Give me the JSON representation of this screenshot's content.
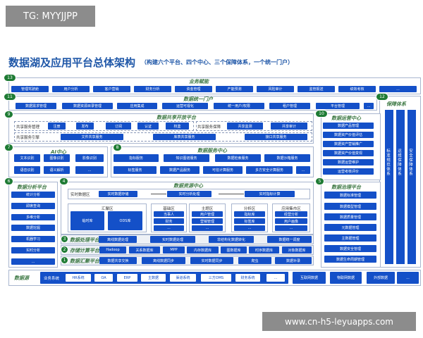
{
  "watermark_top": "TG: MYYJJPP",
  "watermark_bottom": "www.cn-h5-leyuapps.com",
  "title": "数据湖及应用平台总体架构",
  "subtitle": "（构建六个平台、四个中心、三个保障体系，一个统一门户）",
  "colors": {
    "primary": "#1450c8",
    "badge": "#1e7b34",
    "title": "#1f57a8",
    "section_title": "#3f7a46"
  },
  "sections": {
    "biz": {
      "num": "13",
      "title": "业务赋能",
      "items": [
        "管理驾驶舱",
        "用户分析",
        "客户营销",
        "财务分析",
        "资金管理",
        "产能预测",
        "风险审计",
        "监管报送",
        "绩效考核",
        "..."
      ]
    },
    "portal": {
      "num": "11",
      "title": "数据统一门户",
      "items": [
        "数据需求管理",
        "数据资源目录管理",
        "应用集成",
        "运营可视化",
        "统一用户/权限",
        "租户管理",
        "平台管理",
        "..."
      ]
    },
    "assurance": {
      "num": "12",
      "title": "保障体系",
      "items": [
        "标准规范体系",
        "运维保障体系",
        "安全保障体系"
      ]
    },
    "share": {
      "num": "9",
      "title": "数据共享开放平台",
      "mgmt_label": "共享服务管理",
      "mgmt": [
        "注册",
        "发布",
        "订阅",
        "认证",
        "权鉴"
      ],
      "guard_label": "共享服务保障",
      "guard": [
        "共享监测",
        "共享审计"
      ],
      "engine_label": "共享服务引擎",
      "engine": [
        "文件共享服务",
        "库表共享服务",
        "接口共享服务"
      ]
    },
    "ops": {
      "num": "10",
      "title": "数据运营中心",
      "items": [
        "数据产品管理",
        "数据资产价值评估",
        "数据资产营销推广",
        "数据资产价值变现",
        "数据运营维护",
        "运营考核评价"
      ]
    },
    "ai": {
      "num": "7",
      "title": "AI中心",
      "items": [
        "文本识别",
        "图像识别",
        "影像识别",
        "语音识别",
        "语义解析",
        "..."
      ]
    },
    "service": {
      "num": "8",
      "title": "数据服务中心",
      "items": [
        "指标服务",
        "知识图谱服务",
        "数据检索服务",
        "数据沙箱服务",
        "标签服务",
        "数据产品服务",
        "可信计算服务",
        "多方安全计算服务",
        "..."
      ]
    },
    "analysis": {
      "num": "6",
      "title": "数据分析平台",
      "items": [
        "统计分析",
        "即席查询",
        "多维分析",
        "数据挖掘",
        "机器学习",
        "实时分析",
        "..."
      ]
    },
    "resource": {
      "num": "4",
      "title": "数据资源中心",
      "realtime_label": "实时数据区",
      "realtime": [
        "实时数据存储",
        "实时分析处理",
        "实时指标计算"
      ],
      "gather": {
        "label": "汇聚区",
        "items": [
          "临时库",
          "ODS库"
        ]
      },
      "base": {
        "label": "基础区",
        "items": [
          "当事人",
          "财务",
          "..."
        ]
      },
      "topic": {
        "label": "主题区",
        "items": [
          "用户管理",
          "营销管理",
          "..."
        ]
      },
      "anal": {
        "label": "分析区",
        "items": [
          "指标库",
          "标签库",
          "..."
        ]
      },
      "mart": {
        "label": "应用集市区",
        "items": [
          "经营分析",
          "用户画像",
          "..."
        ]
      }
    },
    "processing": {
      "num": "3",
      "title": "数据处理平台",
      "items": [
        "离线数据处理",
        "实时数据处理",
        "非结构化数据转化",
        "数据统一调度"
      ]
    },
    "storage": {
      "num": "2",
      "title": "存储计算平台",
      "items": [
        "Hadoop",
        "关系数据库",
        "MPP",
        "内存数据库",
        "图数据库",
        "时序数据库",
        "对象数据库"
      ]
    },
    "aggregation": {
      "num": "1",
      "title": "数据汇聚平台",
      "items": [
        "数据共享交换",
        "离线数据同步",
        "实时数据同步",
        "爬虫",
        "数据补录"
      ]
    },
    "governance": {
      "num": "5",
      "title": "数据治理平台",
      "items": [
        "数据标准管理",
        "数据模型管理",
        "数据质量管理",
        "元数据管理",
        "主数据管理",
        "数据安全管理",
        "数据生命周期管理"
      ]
    },
    "sources": {
      "title": "数据源",
      "biz_label": "业务系统",
      "biz": [
        "HR系统",
        "OA",
        "ERP",
        "主数据",
        "渠道系统",
        "三方OMS",
        "财务系统",
        "..."
      ],
      "others": [
        "互联网数据",
        "物联网数据",
        "外部数据",
        "..."
      ]
    }
  }
}
